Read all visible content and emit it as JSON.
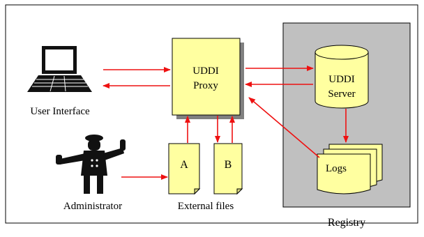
{
  "colors": {
    "arrow": "#ee1111",
    "box_fill": "#ffffa0",
    "registry_fill": "#c0c0c0",
    "shadow": "#808080",
    "outline": "#000000"
  },
  "nodes": {
    "proxy": {
      "line1": "UDDI",
      "line2": "Proxy"
    },
    "server": {
      "line1": "UDDI",
      "line2": "Server"
    },
    "logs": {
      "label": "Logs"
    },
    "file_a": {
      "label": "A"
    },
    "file_b": {
      "label": "B"
    }
  },
  "labels": {
    "user_interface": "User Interface",
    "administrator": "Administrator",
    "external_files": "External files",
    "registry": "Registry"
  },
  "icons": {
    "laptop": "laptop-icon",
    "administrator": "traffic-officer-icon",
    "database": "database-cylinder-icon",
    "documents": "document-stack-icon"
  },
  "connections": [
    {
      "from": "User Interface",
      "to": "UDDI Proxy"
    },
    {
      "from": "UDDI Proxy",
      "to": "User Interface"
    },
    {
      "from": "UDDI Proxy",
      "to": "UDDI Server"
    },
    {
      "from": "UDDI Server",
      "to": "UDDI Proxy"
    },
    {
      "from": "UDDI Server",
      "to": "Logs"
    },
    {
      "from": "Logs",
      "to": "UDDI Proxy"
    },
    {
      "from": "A",
      "to": "UDDI Proxy"
    },
    {
      "from": "UDDI Proxy",
      "to": "B"
    },
    {
      "from": "B",
      "to": "UDDI Proxy"
    },
    {
      "from": "Administrator",
      "to": "A"
    }
  ]
}
